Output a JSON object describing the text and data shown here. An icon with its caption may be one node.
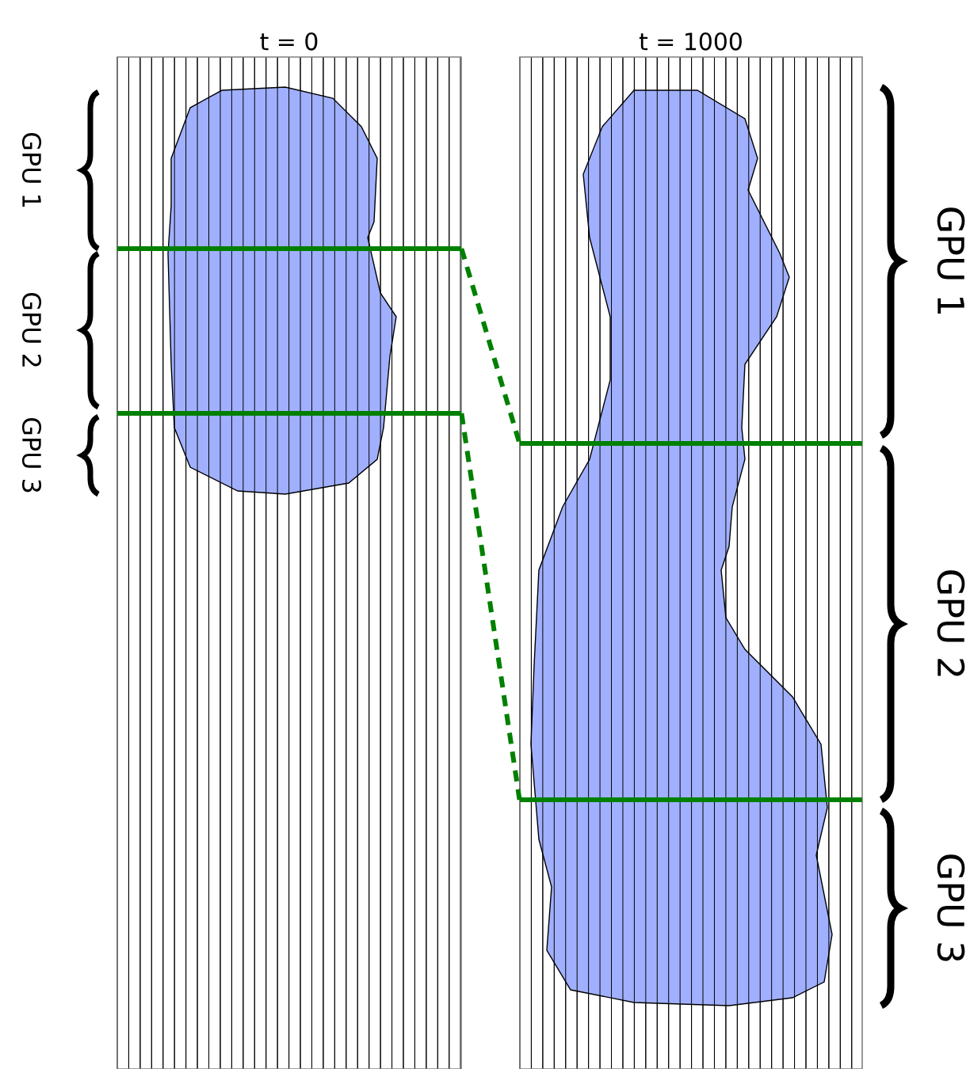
{
  "diagram": {
    "nodes": [
      {
        "text": [
          "t = 0"
        ]
      },
      {
        "text": [
          "t = 1000"
        ]
      },
      {
        "text": [],
        "shape": "line",
        "in": 0
      },
      {
        "text": [],
        "shape": "line",
        "in": 0
      },
      {
        "text": [],
        "shape": "line",
        "in": 1
      },
      {
        "text": [],
        "shape": "line",
        "in": 1
      }
    ],
    "edges": [
      {
        "from": 2,
        "to": 4,
        "arrow": "none",
        "style": "dashed",
        "color": "#008000"
      },
      {
        "from": 3,
        "to": 5,
        "arrow": "none",
        "style": "dashed",
        "color": "#008000"
      }
    ],
    "labels": [
      "GPU 1",
      "GPU 2",
      "GPU 3",
      "GPU 1",
      "GPU 2",
      "GPU 3"
    ]
  }
}
